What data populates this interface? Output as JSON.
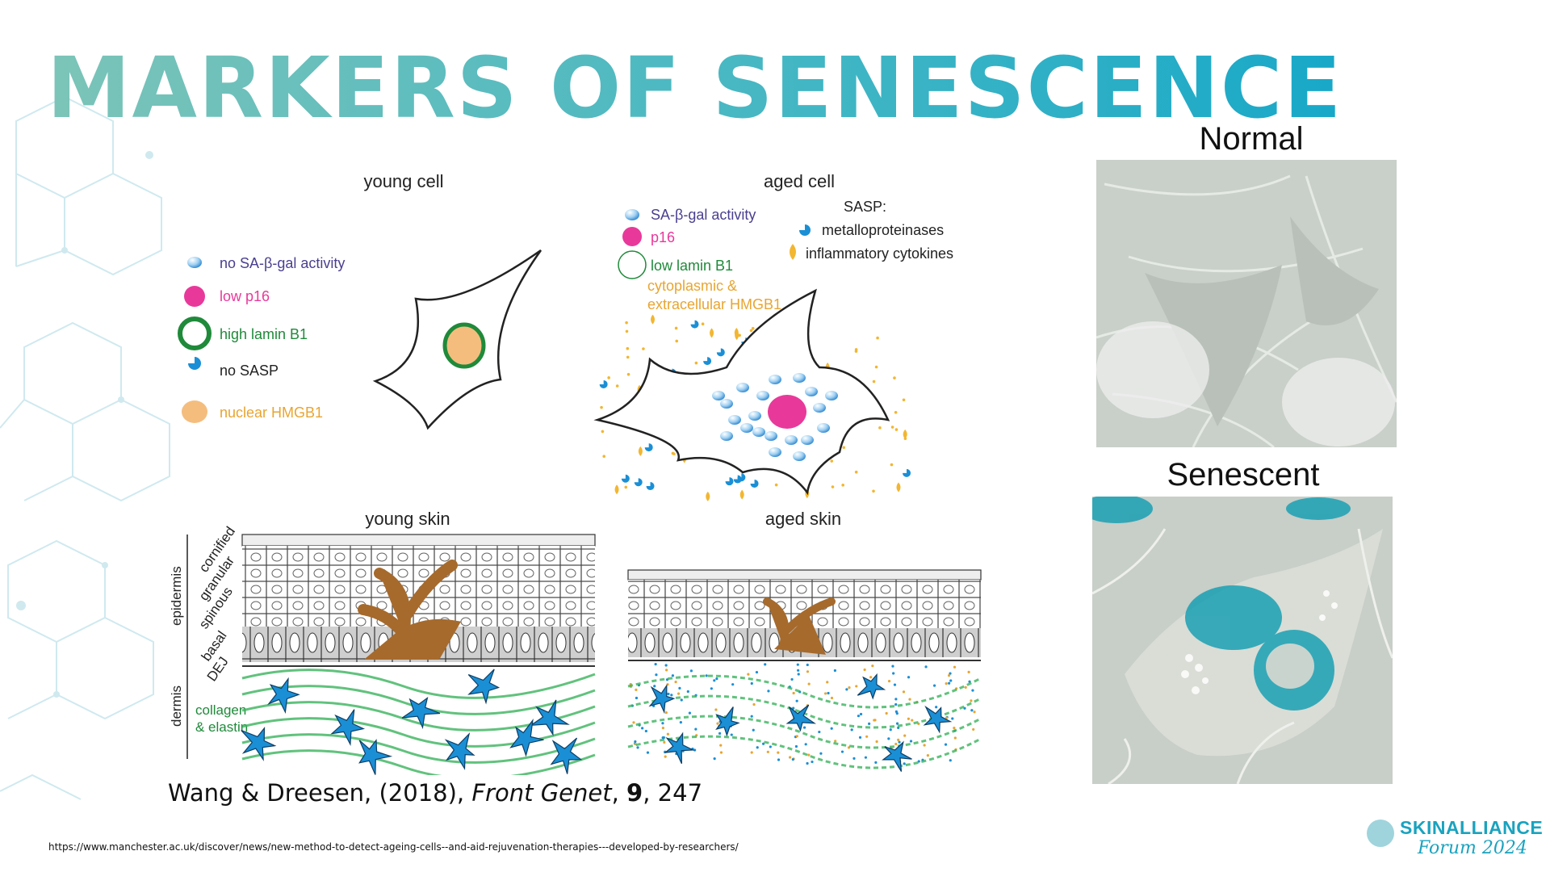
{
  "slide": {
    "title": "MARKERS OF SENESCENCE",
    "citation": {
      "authors": "Wang & Dreesen, (2018),",
      "journal": "Front Genet",
      "volume": "9",
      "page": "247"
    },
    "url": "https://www.manchester.ac.uk/discover/news/new-method-to-detect-ageing-cells--and-aid-rejuvenation-therapies---developed-by-researchers/"
  },
  "diagram": {
    "young_cell": {
      "title": "young cell",
      "legend": [
        {
          "label": "no SA-β-gal activity",
          "color": "#4a3f8f",
          "icon": "blue-granule-icon"
        },
        {
          "label": "low p16",
          "color": "#e8399a",
          "icon": "pink-dot-icon"
        },
        {
          "label": "high lamin B1",
          "color": "#1f8a3a",
          "icon": "green-ring-icon"
        },
        {
          "label": "no SASP",
          "color": "#222222",
          "icon": "sasp-pacman-icon"
        },
        {
          "label": "nuclear HMGB1",
          "color": "#e8a531",
          "icon": "orange-dot-icon"
        }
      ]
    },
    "aged_cell": {
      "title": "aged cell",
      "legend": [
        {
          "label": "SA-β-gal activity",
          "color": "#4a3f8f"
        },
        {
          "label": "p16",
          "color": "#e8399a"
        },
        {
          "label": "low lamin B1",
          "color": "#1f8a3a"
        },
        {
          "label": "cytoplasmic &",
          "color": "#e8a531"
        },
        {
          "label": "extracellular HMGB1",
          "color": "#e8a531"
        }
      ],
      "sasp": {
        "heading": "SASP:",
        "items": [
          "metalloproteinases",
          "inflammatory cytokines"
        ]
      }
    },
    "young_skin": {
      "title": "young skin",
      "layer_labels": [
        "cornified",
        "granular",
        "spinous",
        "basal",
        "DEJ"
      ],
      "group_labels": [
        "epidermis",
        "dermis"
      ],
      "fiber_labels": [
        "collagen",
        "& elastin"
      ]
    },
    "aged_skin": {
      "title": "aged skin"
    }
  },
  "photos": {
    "normal_label": "Normal",
    "senescent_label": "Senescent"
  },
  "logo": {
    "name": "SKINALLIANCE",
    "sub": "Forum 2024"
  },
  "colors": {
    "title_teal": "#41b6c4",
    "cell_blue": "#1a8fd6",
    "pink": "#e8399a",
    "green": "#1f8a3a",
    "orange": "#e8a531",
    "melanocyte_brown": "#a66a2c",
    "logo_teal": "#1aa3bf"
  }
}
